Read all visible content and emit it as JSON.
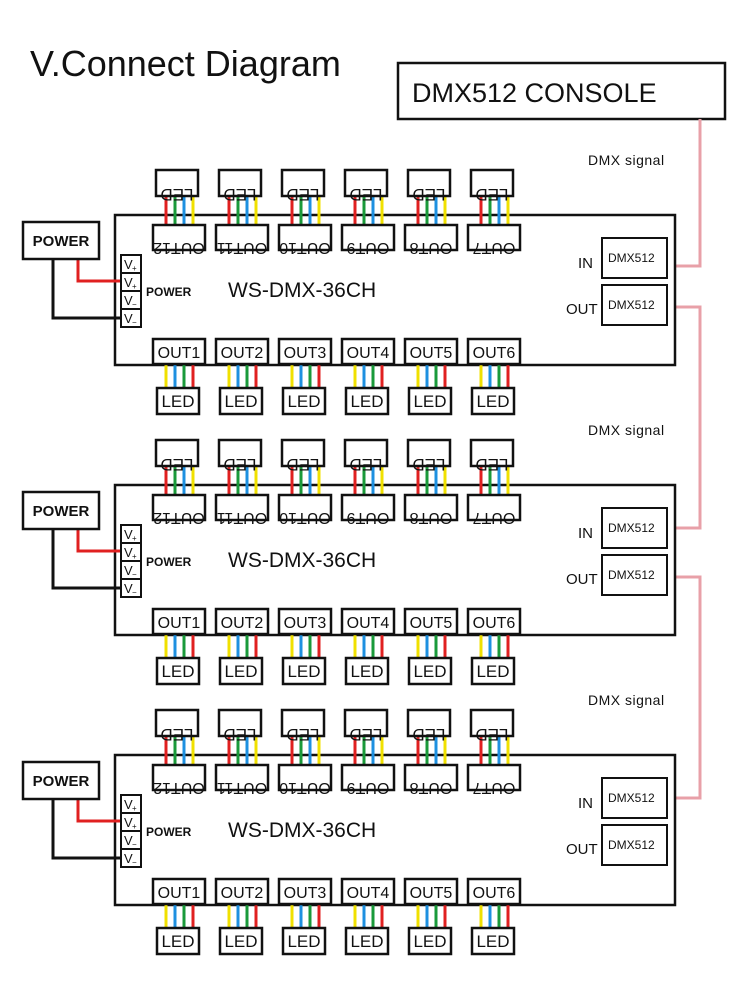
{
  "title": "V.Connect Diagram",
  "console": {
    "label": "DMX512 CONSOLE"
  },
  "signal_label": "DMX  signal",
  "colors": {
    "wire_red": "#e02020",
    "wire_green": "#1a9a3a",
    "wire_blue": "#1e90e0",
    "wire_yellow": "#f0e000",
    "power_positive": "#e02020",
    "power_negative": "#111111",
    "dmx_signal": "#e8a0a8"
  },
  "units": [
    {
      "model": "WS-DMX-36CH",
      "power_box": "POWER",
      "power_label": "POWER",
      "terminals": [
        {
          "v": "V",
          "s": "+"
        },
        {
          "v": "V",
          "s": "+"
        },
        {
          "v": "V",
          "s": "−"
        },
        {
          "v": "V",
          "s": "−"
        }
      ],
      "top_outputs": [
        "OUT12",
        "OUT11",
        "OUT10",
        "OUT9",
        "OUT8",
        "OUT7"
      ],
      "bottom_outputs": [
        "OUT1",
        "OUT2",
        "OUT3",
        "OUT4",
        "OUT5",
        "OUT6"
      ],
      "led_label": "LED",
      "in_label": "IN",
      "out_label": "OUT",
      "port_label": "DMX512"
    },
    {
      "model": "WS-DMX-36CH",
      "power_box": "POWER",
      "power_label": "POWER",
      "terminals": [
        {
          "v": "V",
          "s": "+"
        },
        {
          "v": "V",
          "s": "+"
        },
        {
          "v": "V",
          "s": "−"
        },
        {
          "v": "V",
          "s": "−"
        }
      ],
      "top_outputs": [
        "OUT12",
        "OUT11",
        "OUT10",
        "OUT9",
        "OUT8",
        "OUT7"
      ],
      "bottom_outputs": [
        "OUT1",
        "OUT2",
        "OUT3",
        "OUT4",
        "OUT5",
        "OUT6"
      ],
      "led_label": "LED",
      "in_label": "IN",
      "out_label": "OUT",
      "port_label": "DMX512"
    },
    {
      "model": "WS-DMX-36CH",
      "power_box": "POWER",
      "power_label": "POWER",
      "terminals": [
        {
          "v": "V",
          "s": "+"
        },
        {
          "v": "V",
          "s": "+"
        },
        {
          "v": "V",
          "s": "−"
        },
        {
          "v": "V",
          "s": "−"
        }
      ],
      "top_outputs": [
        "OUT12",
        "OUT11",
        "OUT10",
        "OUT9",
        "OUT8",
        "OUT7"
      ],
      "bottom_outputs": [
        "OUT1",
        "OUT2",
        "OUT3",
        "OUT4",
        "OUT5",
        "OUT6"
      ],
      "led_label": "LED",
      "in_label": "IN",
      "out_label": "OUT",
      "port_label": "DMX512"
    }
  ]
}
